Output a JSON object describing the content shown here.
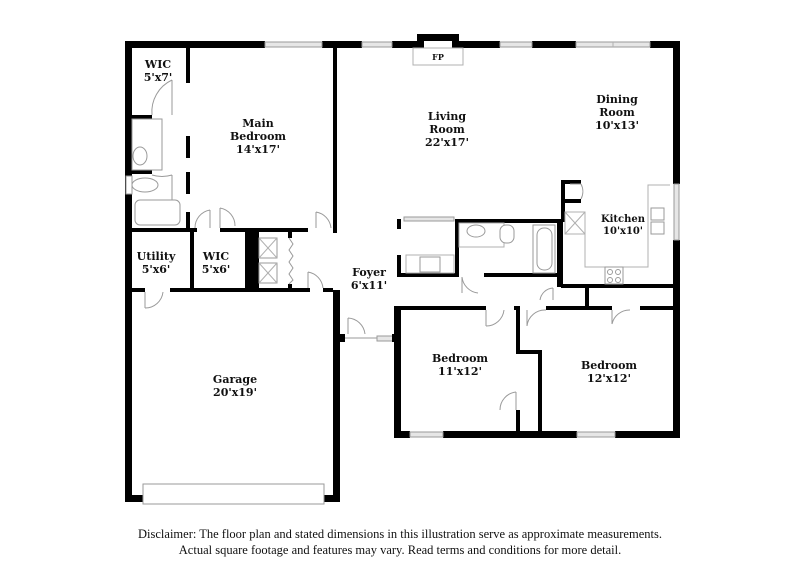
{
  "floor_plan": {
    "rooms": [
      {
        "id": "wic-main",
        "name": "WIC",
        "dims": "5'x7'"
      },
      {
        "id": "main-bedroom",
        "name_line1": "Main",
        "name_line2": "Bedroom",
        "dims": "14'x17'"
      },
      {
        "id": "living-room",
        "name_line1": "Living",
        "name_line2": "Room",
        "dims": "22'x17'"
      },
      {
        "id": "dining-room",
        "name_line1": "Dining",
        "name_line2": "Room",
        "dims": "10'x13'"
      },
      {
        "id": "kitchen",
        "name": "Kitchen",
        "dims": "10'x10'"
      },
      {
        "id": "utility",
        "name": "Utility",
        "dims": "5'x6'"
      },
      {
        "id": "wic-2",
        "name": "WIC",
        "dims": "5'x6'"
      },
      {
        "id": "foyer",
        "name": "Foyer",
        "dims": "6'x11'"
      },
      {
        "id": "bedroom-1",
        "name": "Bedroom",
        "dims": "11'x12'"
      },
      {
        "id": "bedroom-2",
        "name": "Bedroom",
        "dims": "12'x12'"
      },
      {
        "id": "garage",
        "name": "Garage",
        "dims": "20'x19'"
      }
    ],
    "fireplace_label": "FP"
  },
  "disclaimer": {
    "line1": "Disclaimer: The floor plan and stated dimensions in this illustration serve as approximate measurements.",
    "line2": "Actual square footage and features may vary. Read terms and conditions for more detail."
  }
}
